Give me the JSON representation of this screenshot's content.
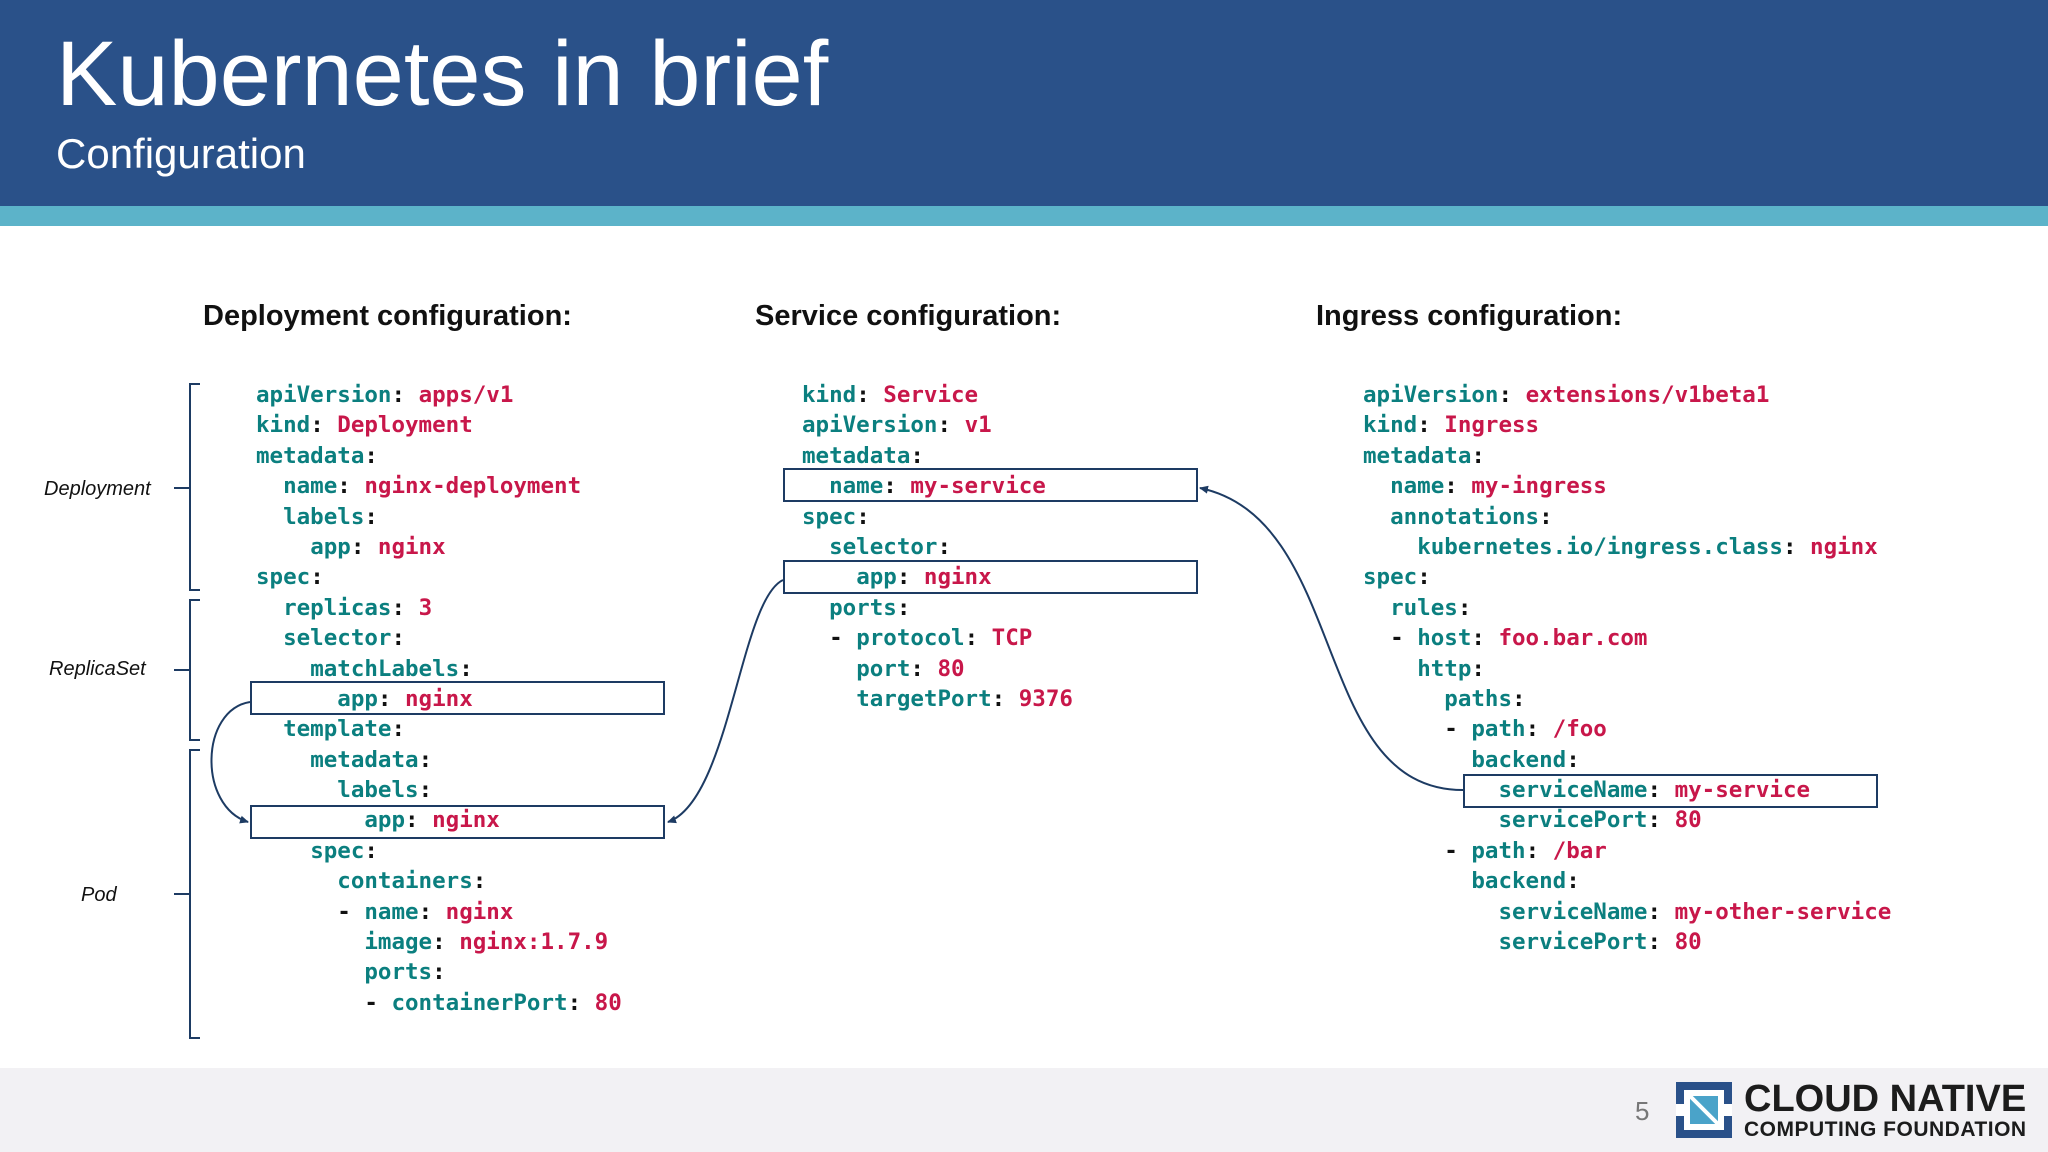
{
  "slide": {
    "title": "Kubernetes in brief",
    "subtitle": "Configuration",
    "page_number": "5"
  },
  "columns": {
    "deployment": {
      "heading": "Deployment configuration:"
    },
    "service": {
      "heading": "Service configuration:"
    },
    "ingress": {
      "heading": "Ingress configuration:"
    }
  },
  "side_labels": {
    "deployment": "Deployment",
    "replicaset": "ReplicaSet",
    "pod": "Pod"
  },
  "code": {
    "deployment": [
      {
        "indent": "",
        "key": "apiVersion",
        "value": "apps/v1"
      },
      {
        "indent": "",
        "key": "kind",
        "value": "Deployment"
      },
      {
        "indent": "",
        "key": "metadata",
        "value": ""
      },
      {
        "indent": "  ",
        "key": "name",
        "value": "nginx-deployment"
      },
      {
        "indent": "  ",
        "key": "labels",
        "value": ""
      },
      {
        "indent": "    ",
        "key": "app",
        "value": "nginx"
      },
      {
        "indent": "",
        "key": "spec",
        "value": ""
      },
      {
        "indent": "  ",
        "key": "replicas",
        "value": "3"
      },
      {
        "indent": "  ",
        "key": "selector",
        "value": ""
      },
      {
        "indent": "    ",
        "key": "matchLabels",
        "value": ""
      },
      {
        "indent": "      ",
        "key": "app",
        "value": "nginx"
      },
      {
        "indent": "  ",
        "key": "template",
        "value": ""
      },
      {
        "indent": "    ",
        "key": "metadata",
        "value": ""
      },
      {
        "indent": "      ",
        "key": "labels",
        "value": ""
      },
      {
        "indent": "        ",
        "key": "app",
        "value": "nginx"
      },
      {
        "indent": "    ",
        "key": "spec",
        "value": ""
      },
      {
        "indent": "      ",
        "key": "containers",
        "value": ""
      },
      {
        "indent": "      - ",
        "key": "name",
        "value": "nginx"
      },
      {
        "indent": "        ",
        "key": "image",
        "value": "nginx:1.7.9"
      },
      {
        "indent": "        ",
        "key": "ports",
        "value": ""
      },
      {
        "indent": "        - ",
        "key": "containerPort",
        "value": "80"
      }
    ],
    "service": [
      {
        "indent": "",
        "key": "kind",
        "value": "Service"
      },
      {
        "indent": "",
        "key": "apiVersion",
        "value": "v1"
      },
      {
        "indent": "",
        "key": "metadata",
        "value": ""
      },
      {
        "indent": "  ",
        "key": "name",
        "value": "my-service"
      },
      {
        "indent": "",
        "key": "spec",
        "value": ""
      },
      {
        "indent": "  ",
        "key": "selector",
        "value": ""
      },
      {
        "indent": "    ",
        "key": "app",
        "value": "nginx"
      },
      {
        "indent": "  ",
        "key": "ports",
        "value": ""
      },
      {
        "indent": "  - ",
        "key": "protocol",
        "value": "TCP"
      },
      {
        "indent": "    ",
        "key": "port",
        "value": "80"
      },
      {
        "indent": "    ",
        "key": "targetPort",
        "value": "9376"
      }
    ],
    "ingress": [
      {
        "indent": "",
        "key": "apiVersion",
        "value": "extensions/v1beta1"
      },
      {
        "indent": "",
        "key": "kind",
        "value": "Ingress"
      },
      {
        "indent": "",
        "key": "metadata",
        "value": ""
      },
      {
        "indent": "  ",
        "key": "name",
        "value": "my-ingress"
      },
      {
        "indent": "  ",
        "key": "annotations",
        "value": ""
      },
      {
        "indent": "    ",
        "key": "kubernetes.io/ingress.class",
        "value": "nginx"
      },
      {
        "indent": "",
        "key": "spec",
        "value": ""
      },
      {
        "indent": "  ",
        "key": "rules",
        "value": ""
      },
      {
        "indent": "  - ",
        "key": "host",
        "value": "foo.bar.com"
      },
      {
        "indent": "    ",
        "key": "http",
        "value": ""
      },
      {
        "indent": "      ",
        "key": "paths",
        "value": ""
      },
      {
        "indent": "      - ",
        "key": "path",
        "value": "/foo"
      },
      {
        "indent": "        ",
        "key": "backend",
        "value": ""
      },
      {
        "indent": "          ",
        "key": "serviceName",
        "value": "my-service"
      },
      {
        "indent": "          ",
        "key": "servicePort",
        "value": "80"
      },
      {
        "indent": "      - ",
        "key": "path",
        "value": "/bar"
      },
      {
        "indent": "        ",
        "key": "backend",
        "value": ""
      },
      {
        "indent": "          ",
        "key": "serviceName",
        "value": "my-other-service"
      },
      {
        "indent": "          ",
        "key": "servicePort",
        "value": "80"
      }
    ]
  },
  "footer": {
    "logo_line1": "CLOUD NATIVE",
    "logo_line2": "COMPUTING FOUNDATION"
  },
  "colors": {
    "header": "#2a5189",
    "stripe": "#5cb3c9",
    "yaml_key": "#0b7f7f",
    "yaml_value": "#c8174a",
    "connector": "#1d3b63"
  }
}
